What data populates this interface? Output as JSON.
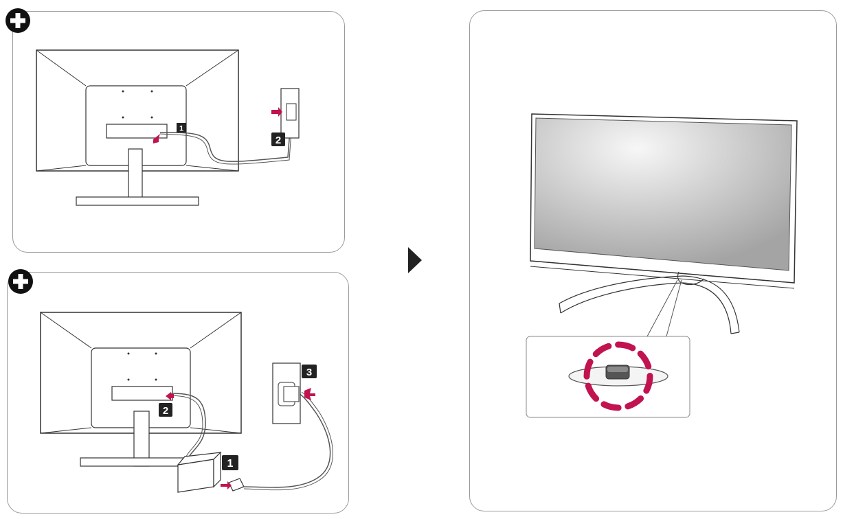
{
  "steps": {
    "panel_a": {
      "badge": "plus-icon",
      "labels": [
        "1",
        "2"
      ]
    },
    "panel_b": {
      "badge": "plus-icon",
      "labels": [
        "1",
        "2",
        "3"
      ]
    }
  },
  "colors": {
    "accent": "#c0134f",
    "line": "#3a3a3a",
    "screen_light": "#f5f5f5",
    "screen_dark": "#a8a8a8"
  }
}
